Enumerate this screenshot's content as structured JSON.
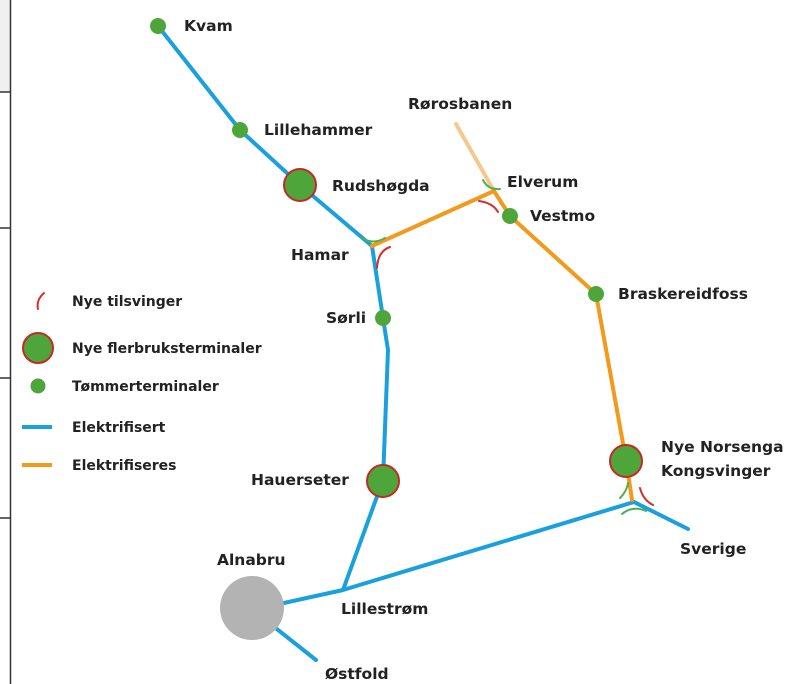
{
  "colors": {
    "electrified": "#1aa0dc",
    "to_be_electrified": "#f29a1c",
    "roros_line": "#f5c98e",
    "terminal_fill": "#4ea63b",
    "new_terminal_ring": "#c62828",
    "alnabru_fill": "#b3b3b3",
    "curve_red": "#d32f2f",
    "curve_green": "#4caf50",
    "frame": "#333333",
    "frame_header": "#f0f0f0"
  },
  "places": {
    "kvam": "Kvam",
    "lillehammer": "Lillehammer",
    "rudshogda": "Rudshøgda",
    "hamar": "Hamar",
    "sorli": "Sørli",
    "hauerseter": "Hauerseter",
    "alnabru": "Alnabru",
    "lillestrom": "Lillestrøm",
    "ostfold": "Østfold",
    "rorosbanen": "Rørosbanen",
    "elverum": "Elverum",
    "vestmo": "Vestmo",
    "braskereidfoss": "Braskereidfoss",
    "nye_norsenga": "Nye Norsenga",
    "kongsvinger": "Kongsvinger",
    "sverige": "Sverige"
  },
  "legend": {
    "new_curves": "Nye tilsvinger",
    "new_terminals": "Nye flerbruksterminaler",
    "timber_terminals": "Tømmerterminaler",
    "electrified": "Elektrifisert",
    "to_be_electrified": "Elektrifiseres"
  }
}
